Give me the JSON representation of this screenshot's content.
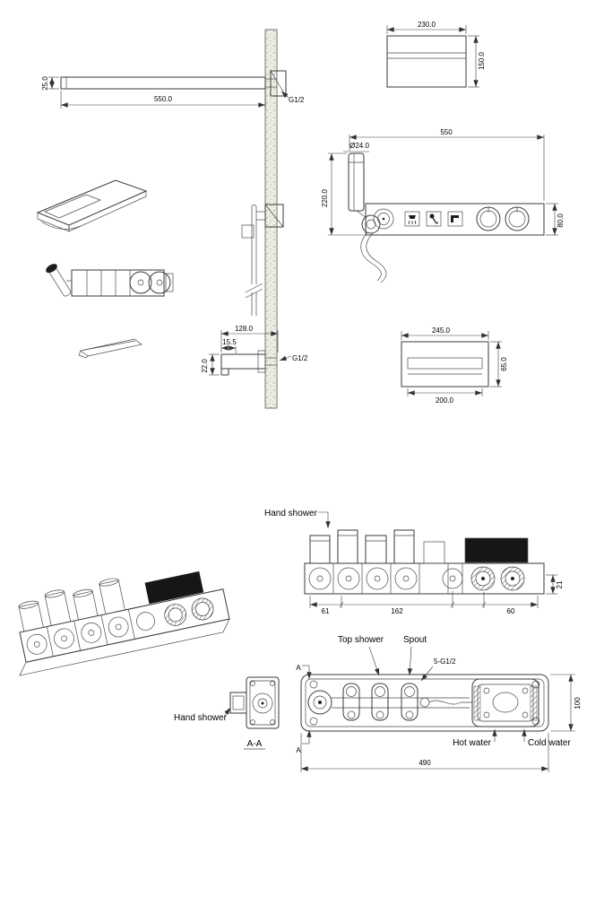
{
  "views": {
    "arm_side": {
      "dim_length": "550.0",
      "dim_thickness": "25.0",
      "thread": "G1/2"
    },
    "head_plan": {
      "dim_width": "230.0",
      "dim_depth": "150.0"
    },
    "trim_front": {
      "dim_width": "550",
      "dim_hose": "Ø24.0",
      "dim_height": "220.0",
      "dim_plate": "80.0"
    },
    "spout_side": {
      "dim_reach": "128.0",
      "dim_inset": "15.5",
      "dim_thickness": "22.0",
      "thread": "G1/2"
    },
    "spout_front": {
      "dim_width": "245.0",
      "dim_height": "65.0",
      "dim_inner": "200.0"
    },
    "valve_front": {
      "label_hand_shower": "Hand shower",
      "dim_a": "61",
      "dim_b": "162",
      "dim_c": "60",
      "dim_offset": "21"
    },
    "valve_plan": {
      "label_top_shower": "Top shower",
      "label_spout": "Spout",
      "thread": "5-G1/2",
      "label_hot": "Hot water",
      "label_cold": "Cold water",
      "dim_length": "490",
      "dim_depth": "100",
      "marker_a": "A"
    },
    "section_aa": {
      "label_hand_shower": "Hand shower",
      "title": "A-A"
    }
  }
}
